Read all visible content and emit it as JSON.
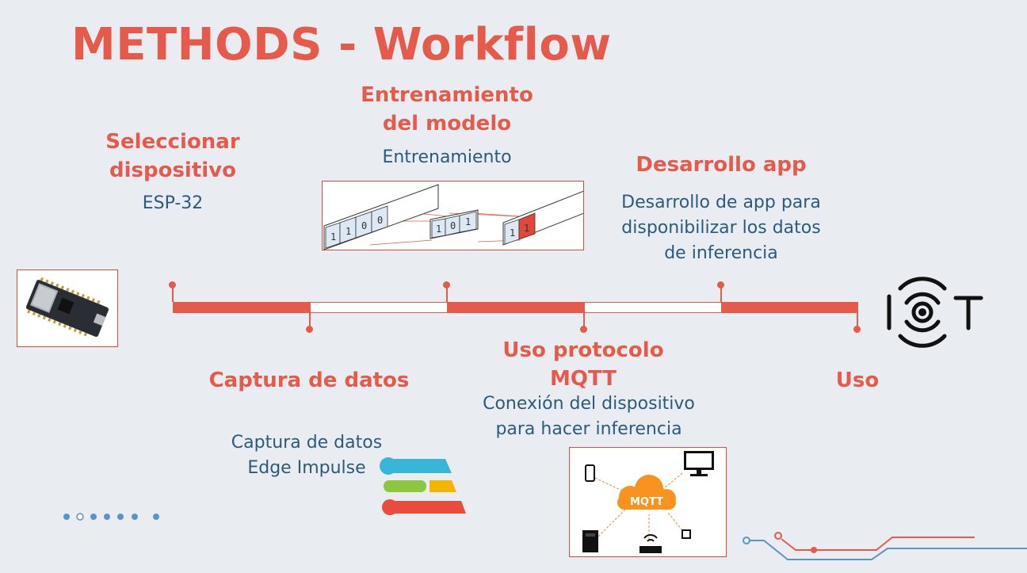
{
  "title": "METHODS - Workflow",
  "steps": [
    {
      "heading_l1": "Seleccionar",
      "heading_l2": "dispositivo",
      "desc": "ESP-32"
    },
    {
      "heading_l1": "Captura de datos",
      "desc_l1": "Captura de datos",
      "desc_l2": "Edge Impulse"
    },
    {
      "heading_l1": "Entrenamiento",
      "heading_l2": "del modelo",
      "desc": "Entrenamiento"
    },
    {
      "heading_l1": "Uso protocolo",
      "heading_l2": "MQTT",
      "desc_l1": "Conexión del dispositivo",
      "desc_l2": "para hacer inferencia"
    },
    {
      "heading_l1": "Desarrollo app",
      "desc_l1": "Desarrollo de app para",
      "desc_l2": "disponibilizar los datos",
      "desc_l3": "de inferencia"
    },
    {
      "heading_l1": "Uso"
    }
  ],
  "training_bits": {
    "a": [
      "1",
      "1",
      "0",
      "0"
    ],
    "b": [
      "1",
      "0",
      "1"
    ],
    "c": [
      "1",
      "1"
    ]
  },
  "mqtt_label": "MQTT",
  "colors": {
    "accent": "#e55a4b",
    "text": "#2c5a7c",
    "background": "#e9edf2"
  },
  "icons": [
    "esp32-board-icon",
    "edge-impulse-logo-icon",
    "iot-logo-icon",
    "mqtt-cloud-icon",
    "phone-icon",
    "monitor-icon",
    "router-icon",
    "chip-icon"
  ]
}
